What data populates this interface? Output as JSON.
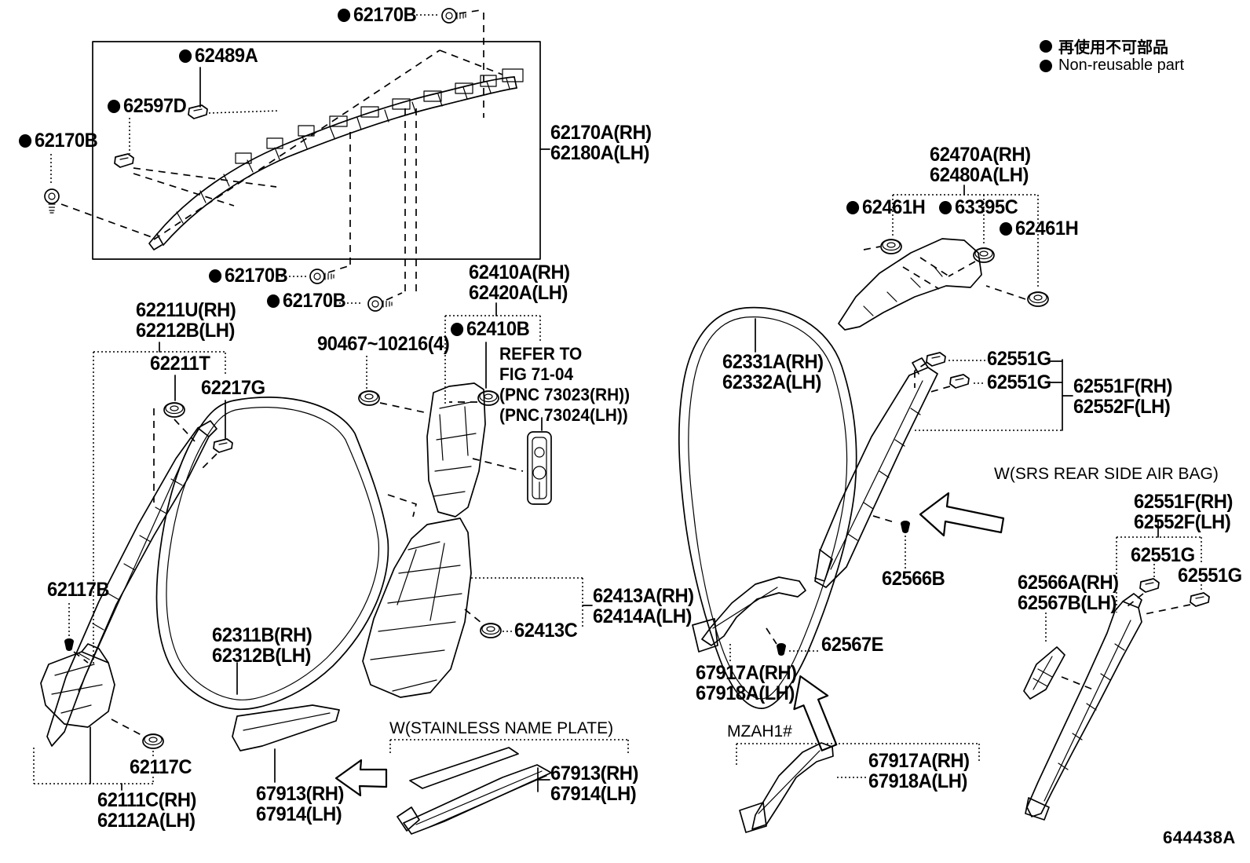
{
  "figure": {
    "id": "644438A"
  },
  "legend": {
    "jp": "再使用不可部品",
    "en": "Non-reusable part"
  },
  "notes": {
    "stainless": "W(STAINLESS NAME PLATE)",
    "srs": "W(SRS REAR SIDE AIR BAG)",
    "model": "MZAH1#",
    "refer_l1": "REFER TO",
    "refer_l2": "FIG 71-04",
    "refer_l3": "(PNC 73023(RH))",
    "refer_l4": "(PNC 73024(LH))"
  },
  "parts": {
    "62170B": "62170B",
    "62489A": "62489A",
    "62597D": "62597D",
    "62170A_RH": "62170A(RH)",
    "62180A_LH": "62180A(LH)",
    "62470A_RH": "62470A(RH)",
    "62480A_LH": "62480A(LH)",
    "62461H": "62461H",
    "63395C": "63395C",
    "62211U_RH": "62211U(RH)",
    "62212B_LH": "62212B(LH)",
    "62211T": "62211T",
    "62217G": "62217G",
    "90467": "90467~10216(4)",
    "62410A_RH": "62410A(RH)",
    "62420A_LH": "62420A(LH)",
    "62410B": "62410B",
    "62331A_RH": "62331A(RH)",
    "62332A_LH": "62332A(LH)",
    "62551G": "62551G",
    "62551F_RH": "62551F(RH)",
    "62552F_LH": "62552F(LH)",
    "62566A_RH": "62566A(RH)",
    "62567B_LH": "62567B(LH)",
    "62566B": "62566B",
    "62567E": "62567E",
    "62413A_RH": "62413A(RH)",
    "62414A_LH": "62414A(LH)",
    "62413C": "62413C",
    "62311B_RH": "62311B(RH)",
    "62312B_LH": "62312B(LH)",
    "62117B": "62117B",
    "62117C": "62117C",
    "62111C_RH": "62111C(RH)",
    "62112A_LH": "62112A(LH)",
    "67913_RH": "67913(RH)",
    "67914_LH": "67914(LH)",
    "67917A_RH": "67917A(RH)",
    "67918A_LH": "67918A(LH)"
  }
}
